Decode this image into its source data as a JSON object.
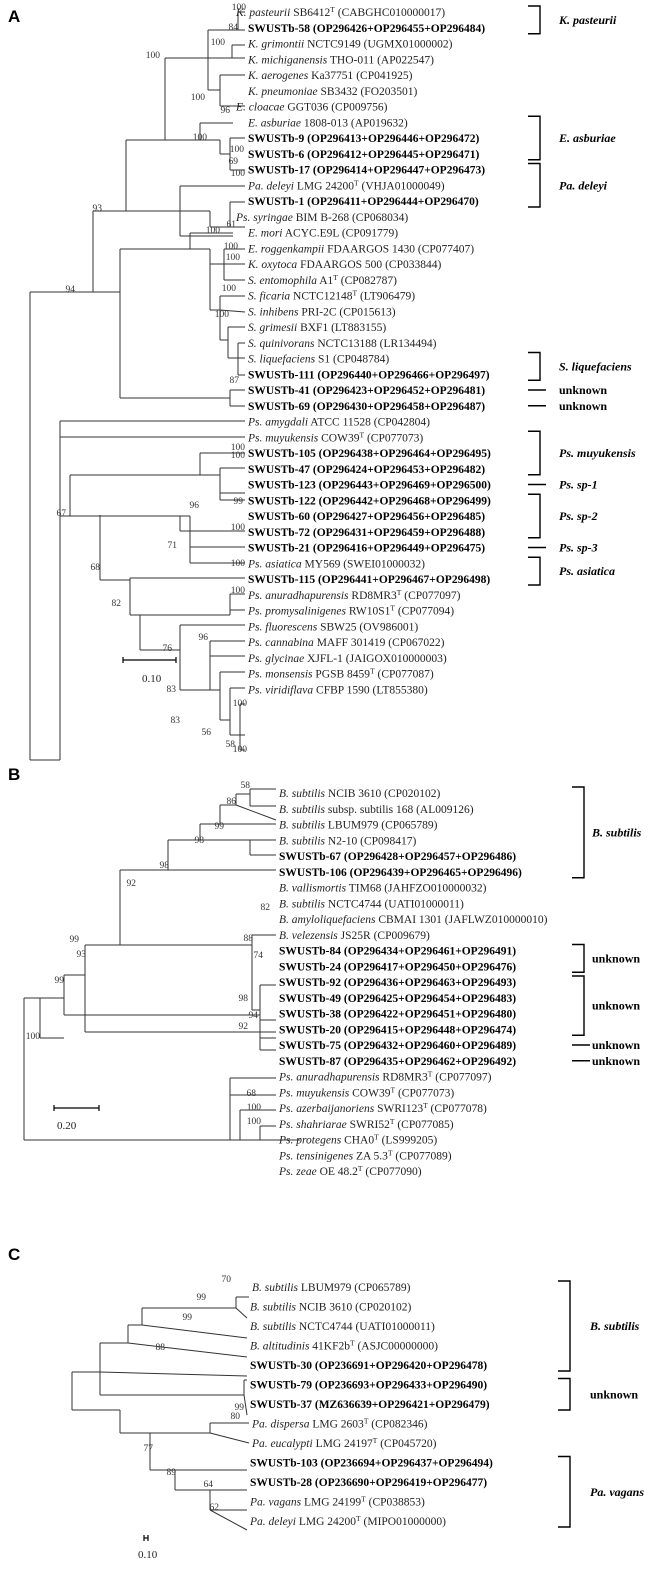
{
  "panels": [
    {
      "label": "A",
      "scale_label": "0.10",
      "leaves": [
        {
          "it": "K. pasteurii",
          "rest": " SB6412",
          "sup": "T",
          "acc": " (CABGHC010000017)",
          "bold": false
        },
        {
          "it": "",
          "rest": "SWUSTb-58 (OP296426+OP296455+OP296484)",
          "sup": "",
          "acc": "",
          "bold": true
        },
        {
          "it": "K. grimontii",
          "rest": " NCTC9149",
          "sup": "",
          "acc": " (UGMX01000002)",
          "bold": false
        },
        {
          "it": "K. michiganensis",
          "rest": " THO-011",
          "sup": "",
          "acc": " (AP022547)",
          "bold": false
        },
        {
          "it": "K. aerogenes",
          "rest": " Ka37751",
          "sup": "",
          "acc": " (CP041925)",
          "bold": false
        },
        {
          "it": "K. pneumoniae",
          "rest": " SB3432",
          "sup": "",
          "acc": " (FO203501)",
          "bold": false
        },
        {
          "it": "E. cloacae",
          "rest": " GGT036",
          "sup": "",
          "acc": " (CP009756)",
          "bold": false
        },
        {
          "it": "E. asburiae",
          "rest": " 1808-013",
          "sup": "",
          "acc": " (AP019632)",
          "bold": false
        },
        {
          "it": "",
          "rest": "SWUSTb-9 (OP296413+OP296446+OP296472)",
          "sup": "",
          "acc": "",
          "bold": true
        },
        {
          "it": "",
          "rest": "SWUSTb-6 (OP296412+OP296445+OP296471)",
          "sup": "",
          "acc": "",
          "bold": true
        },
        {
          "it": "",
          "rest": "SWUSTb-17 (OP296414+OP296447+OP296473)",
          "sup": "",
          "acc": "",
          "bold": true
        },
        {
          "it": "Pa. deleyi",
          "rest": " LMG 24200",
          "sup": "T",
          "acc": " (VHJA01000049)",
          "bold": false
        },
        {
          "it": "",
          "rest": "SWUSTb-1 (OP296411+OP296444+OP296470)",
          "sup": "",
          "acc": "",
          "bold": true
        },
        {
          "it": "Ps. syringae",
          "rest": " BIM B-268",
          "sup": "",
          "acc": " (CP068034)",
          "bold": false
        },
        {
          "it": "E. mori",
          "rest": " ACYC.E9L",
          "sup": "",
          "acc": " (CP091779)",
          "bold": false
        },
        {
          "it": "E. roggenkampii",
          "rest": " FDAARGOS 1430",
          "sup": "",
          "acc": " (CP077407)",
          "bold": false
        },
        {
          "it": "K. oxytoca",
          "rest": " FDAARGOS 500",
          "sup": "",
          "acc": " (CP033844)",
          "bold": false
        },
        {
          "it": "S. entomophila",
          "rest": " A1",
          "sup": "T",
          "acc": " (CP082787)",
          "bold": false
        },
        {
          "it": "S. ficaria",
          "rest": " NCTC12148",
          "sup": "T",
          "acc": " (LT906479)",
          "bold": false
        },
        {
          "it": "S. inhibens",
          "rest": " PRI-2C",
          "sup": "",
          "acc": " (CP015613)",
          "bold": false
        },
        {
          "it": "S. grimesii",
          "rest": " BXF1",
          "sup": "",
          "acc": " (LT883155)",
          "bold": false
        },
        {
          "it": "S. quinivorans",
          "rest": " NCTC13188",
          "sup": "",
          "acc": " (LR134494)",
          "bold": false
        },
        {
          "it": "S. liquefaciens",
          "rest": " S1",
          "sup": "",
          "acc": " (CP048784)",
          "bold": false
        },
        {
          "it": "",
          "rest": "SWUSTb-111 (OP296440+OP296466+OP296497)",
          "sup": "",
          "acc": "",
          "bold": true
        },
        {
          "it": "",
          "rest": "SWUSTb-41 (OP296423+OP296452+OP296481)",
          "sup": "",
          "acc": "",
          "bold": true
        },
        {
          "it": "",
          "rest": "SWUSTb-69 (OP296430+OP296458+OP296487)",
          "sup": "",
          "acc": "",
          "bold": true
        },
        {
          "it": "Ps. amygdali",
          "rest": " ATCC 11528",
          "sup": "",
          "acc": " (CP042804)",
          "bold": false
        },
        {
          "it": "Ps. muyukensis",
          "rest": " COW39",
          "sup": "T",
          "acc": " (CP077073)",
          "bold": false
        },
        {
          "it": "",
          "rest": "SWUSTb-105 (OP296438+OP296464+OP296495)",
          "sup": "",
          "acc": "",
          "bold": true
        },
        {
          "it": "",
          "rest": "SWUSTb-47 (OP296424+OP296453+OP296482)",
          "sup": "",
          "acc": "",
          "bold": true
        },
        {
          "it": "",
          "rest": "SWUSTb-123 (OP296443+OP296469+OP296500)",
          "sup": "",
          "acc": "",
          "bold": true
        },
        {
          "it": "",
          "rest": "SWUSTb-122 (OP296442+OP296468+OP296499)",
          "sup": "",
          "acc": "",
          "bold": true
        },
        {
          "it": "",
          "rest": "SWUSTb-60 (OP296427+OP296456+OP296485)",
          "sup": "",
          "acc": "",
          "bold": true
        },
        {
          "it": "",
          "rest": "SWUSTb-72 (OP296431+OP296459+OP296488)",
          "sup": "",
          "acc": "",
          "bold": true
        },
        {
          "it": "",
          "rest": "SWUSTb-21 (OP296416+OP296449+OP296475)",
          "sup": "",
          "acc": "",
          "bold": true
        },
        {
          "it": "Ps. asiatica",
          "rest": " MY569",
          "sup": "",
          "acc": " (SWEI01000032)",
          "bold": false
        },
        {
          "it": "",
          "rest": "SWUSTb-115 (OP296441+OP296467+OP296498)",
          "sup": "",
          "acc": "",
          "bold": true
        },
        {
          "it": "Ps. anuradhapurensis",
          "rest": " RD8MR3",
          "sup": "T",
          "acc": " (CP077097)",
          "bold": false
        },
        {
          "it": "Ps. promysalinigenes",
          "rest": " RW10S1",
          "sup": "T",
          "acc": " (CP077094)",
          "bold": false
        },
        {
          "it": "Ps. fluorescens",
          "rest": " SBW25",
          "sup": "",
          "acc": " (OV986001)",
          "bold": false
        },
        {
          "it": "Ps. cannabina",
          "rest": " MAFF 301419",
          "sup": "",
          "acc": " (CP067022)",
          "bold": false
        },
        {
          "it": "Ps. glycinae",
          "rest": " XJFL-1",
          "sup": "",
          "acc": " (JAIGOX010000003)",
          "bold": false
        },
        {
          "it": "Ps. monsensis",
          "rest": " PGSB 8459",
          "sup": "T",
          "acc": " (CP077087)",
          "bold": false
        },
        {
          "it": "Ps. viridiflava",
          "rest": " CFBP 1590",
          "sup": "",
          "acc": " (LT855380)",
          "bold": false
        }
      ],
      "clades": [
        {
          "label": "K. pasteurii",
          "italic": true
        },
        {
          "label": "E. asburiae",
          "italic": true
        },
        {
          "label": "Pa. deleyi",
          "italic": true
        },
        {
          "label": "S. liquefaciens",
          "italic": true
        },
        {
          "label": "unknown",
          "italic": false
        },
        {
          "label": "unknown",
          "italic": false
        },
        {
          "label": "Ps. muyukensis",
          "italic": true
        },
        {
          "label": "Ps. sp-1",
          "italic": true
        },
        {
          "label": "Ps. sp-2",
          "italic": true
        },
        {
          "label": "Ps. sp-3",
          "italic": true
        },
        {
          "label": "Ps. asiatica",
          "italic": true
        }
      ],
      "bootstrap": [
        "100",
        "84",
        "100",
        "100",
        "100",
        "96",
        "100",
        "100",
        "69",
        "100",
        "61",
        "93",
        "94",
        "100",
        "100",
        "100",
        "100",
        "100",
        "87",
        "100",
        "67",
        "100",
        "96",
        "100",
        "68",
        "99",
        "71",
        "100",
        "82",
        "100",
        "96",
        "76",
        "83",
        "83",
        "56",
        "100",
        "58",
        "100"
      ]
    },
    {
      "label": "B",
      "scale_label": "0.20",
      "leaves": [
        {
          "it": "B. subtilis",
          "rest": " NCIB 3610",
          "sup": "",
          "acc": " (CP020102)",
          "bold": false
        },
        {
          "it": "B. subtilis",
          "rest": " subsp. subtilis 168",
          "sup": "",
          "acc": " (AL009126)",
          "bold": false
        },
        {
          "it": "B. subtilis",
          "rest": " LBUM979",
          "sup": "",
          "acc": " (CP065789)",
          "bold": false
        },
        {
          "it": "B. subtilis",
          "rest": " N2-10",
          "sup": "",
          "acc": " (CP098417)",
          "bold": false
        },
        {
          "it": "",
          "rest": "SWUSTb-67 (OP296428+OP296457+OP296486)",
          "sup": "",
          "acc": "",
          "bold": true
        },
        {
          "it": "",
          "rest": "SWUSTb-106 (OP296439+OP296465+OP296496)",
          "sup": "",
          "acc": "",
          "bold": true
        },
        {
          "it": "B. vallismortis",
          "rest": " TIM68",
          "sup": "",
          "acc": " (JAHFZO010000032)",
          "bold": false
        },
        {
          "it": "B. subtilis",
          "rest": " NCTC4744",
          "sup": "",
          "acc": " (UATI01000011)",
          "bold": false
        },
        {
          "it": "B. amyloliquefaciens",
          "rest": " CBMAI 1301",
          "sup": "",
          "acc": " (JAFLWZ010000010)",
          "bold": false
        },
        {
          "it": "B. velezensis",
          "rest": " JS25R",
          "sup": "",
          "acc": " (CP009679)",
          "bold": false
        },
        {
          "it": "",
          "rest": "SWUSTb-84 (OP296434+OP296461+OP296491)",
          "sup": "",
          "acc": "",
          "bold": true
        },
        {
          "it": "",
          "rest": "SWUSTb-24 (OP296417+OP296450+OP296476)",
          "sup": "",
          "acc": "",
          "bold": true
        },
        {
          "it": "",
          "rest": "SWUSTb-92 (OP296436+OP296463+OP296493)",
          "sup": "",
          "acc": "",
          "bold": true
        },
        {
          "it": "",
          "rest": "SWUSTb-49 (OP296425+OP296454+OP296483)",
          "sup": "",
          "acc": "",
          "bold": true
        },
        {
          "it": "",
          "rest": "SWUSTb-38 (OP296422+OP296451+OP296480)",
          "sup": "",
          "acc": "",
          "bold": true
        },
        {
          "it": "",
          "rest": "SWUSTb-20 (OP296415+OP296448+OP296474)",
          "sup": "",
          "acc": "",
          "bold": true
        },
        {
          "it": "",
          "rest": "SWUSTb-75 (OP296432+OP296460+OP296489)",
          "sup": "",
          "acc": "",
          "bold": true
        },
        {
          "it": "",
          "rest": "SWUSTb-87 (OP296435+OP296462+OP296492)",
          "sup": "",
          "acc": "",
          "bold": true
        },
        {
          "it": "Ps. anuradhapurensis",
          "rest": " RD8MR3",
          "sup": "T",
          "acc": " (CP077097)",
          "bold": false
        },
        {
          "it": "Ps. muyukensis",
          "rest": " COW39",
          "sup": "T",
          "acc": " (CP077073)",
          "bold": false
        },
        {
          "it": "Ps. azerbaijanoriens",
          "rest": " SWRI123",
          "sup": "T",
          "acc": " (CP077078)",
          "bold": false
        },
        {
          "it": "Ps. shahriarae",
          "rest": " SWRI52",
          "sup": "T",
          "acc": " (CP077085)",
          "bold": false
        },
        {
          "it": "Ps. protegens",
          "rest": " CHA0",
          "sup": "T",
          "acc": " (LS999205)",
          "bold": false
        },
        {
          "it": "Ps. tensinigenes",
          "rest": " ZA 5.3",
          "sup": "T",
          "acc": " (CP077089)",
          "bold": false
        },
        {
          "it": "Ps. zeae",
          "rest": " OE 48.2",
          "sup": "T",
          "acc": " (CP077090)",
          "bold": false
        }
      ],
      "clades": [
        {
          "label": "B. subtilis",
          "italic": true
        },
        {
          "label": "unknown",
          "italic": false
        },
        {
          "label": "unknown",
          "italic": false
        },
        {
          "label": "unknown",
          "italic": false
        },
        {
          "label": "unknown",
          "italic": false
        }
      ],
      "bootstrap": [
        "58",
        "86",
        "99",
        "98",
        "98",
        "92",
        "82",
        "88",
        "99",
        "74",
        "93",
        "98",
        "94",
        "92",
        "99",
        "100",
        "68",
        "100",
        "100"
      ]
    },
    {
      "label": "C",
      "scale_label": "0.10",
      "leaves": [
        {
          "it": "B. subtilis",
          "rest": " LBUM979",
          "sup": "",
          "acc": " (CP065789)",
          "bold": false
        },
        {
          "it": "B. subtilis",
          "rest": " NCIB 3610",
          "sup": "",
          "acc": " (CP020102)",
          "bold": false
        },
        {
          "it": "B. subtilis",
          "rest": " NCTC4744",
          "sup": "",
          "acc": " (UATI01000011)",
          "bold": false
        },
        {
          "it": "B. altitudinis",
          "rest": " 41KF2b",
          "sup": "T",
          "acc": " (ASJC00000000)",
          "bold": false
        },
        {
          "it": "",
          "rest": "SWUSTb-30 (OP236691+OP296420+OP296478)",
          "sup": "",
          "acc": "",
          "bold": true
        },
        {
          "it": "",
          "rest": "SWUSTb-79 (OP236693+OP296433+OP296490)",
          "sup": "",
          "acc": "",
          "bold": true
        },
        {
          "it": "",
          "rest": "SWUSTb-37 (MZ636639+OP296421+OP296479)",
          "sup": "",
          "acc": "",
          "bold": true
        },
        {
          "it": "Pa. dispersa",
          "rest": " LMG 2603",
          "sup": "T",
          "acc": " (CP082346)",
          "bold": false
        },
        {
          "it": "Pa. eucalypti",
          "rest": " LMG 24197",
          "sup": "T",
          "acc": " (CP045720)",
          "bold": false
        },
        {
          "it": "",
          "rest": "SWUSTb-103 (OP236694+OP296437+OP296494)",
          "sup": "",
          "acc": "",
          "bold": true
        },
        {
          "it": "",
          "rest": "SWUSTb-28 (OP236690+OP296419+OP296477)",
          "sup": "",
          "acc": "",
          "bold": true
        },
        {
          "it": "Pa. vagans",
          "rest": " LMG 24199",
          "sup": "T",
          "acc": " (CP038853)",
          "bold": false
        },
        {
          "it": "Pa. deleyi",
          "rest": " LMG 24200",
          "sup": "T",
          "acc": " (MIPO01000000)",
          "bold": false
        }
      ],
      "clades": [
        {
          "label": "B. subtilis",
          "italic": true
        },
        {
          "label": "unknown",
          "italic": false
        },
        {
          "label": "Pa. vagans",
          "italic": true
        }
      ],
      "bootstrap": [
        "70",
        "99",
        "99",
        "88",
        "80",
        "99",
        "77",
        "89",
        "64",
        "62"
      ]
    }
  ]
}
